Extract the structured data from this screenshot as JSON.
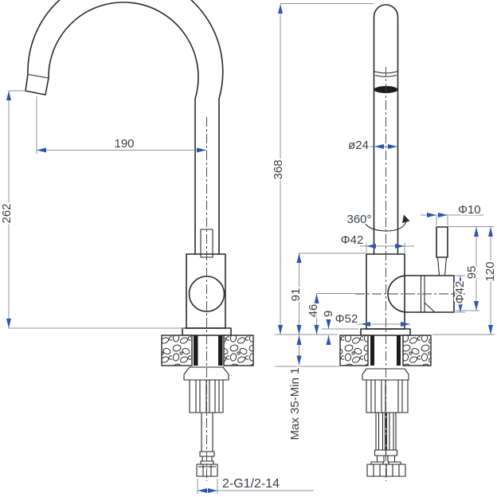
{
  "drawing": {
    "kind": "technical-drawing",
    "subject": "single-lever kitchen faucet, two orthographic views with dimensions",
    "units": "mm",
    "colors": {
      "background": "#ffffff",
      "outline": "#2a2a2a",
      "dimension_line": "#8d939b",
      "arrow": "#2d54b2",
      "dimension_text": "#3a3f45"
    },
    "views": {
      "front": {
        "name": "front view",
        "dims": {
          "spout_reach": "190",
          "outlet_height": "262",
          "inlet_thread": "2-G1/2-14"
        }
      },
      "side": {
        "name": "side view",
        "dims": {
          "overall_height": "368",
          "spout_tube_dia": "ø24",
          "swivel_angle": "360°",
          "body_dia": "Φ42",
          "handle_stem_dia": "Φ10",
          "handle_top_height": "120",
          "handle_span": "95",
          "handle_dia": "Φ42",
          "body_top_height": "91",
          "handle_center_height": "46",
          "base_flange_gap": "9",
          "base_dia": "Φ52",
          "mount_thickness": "Max 35-Min 1"
        }
      }
    }
  }
}
